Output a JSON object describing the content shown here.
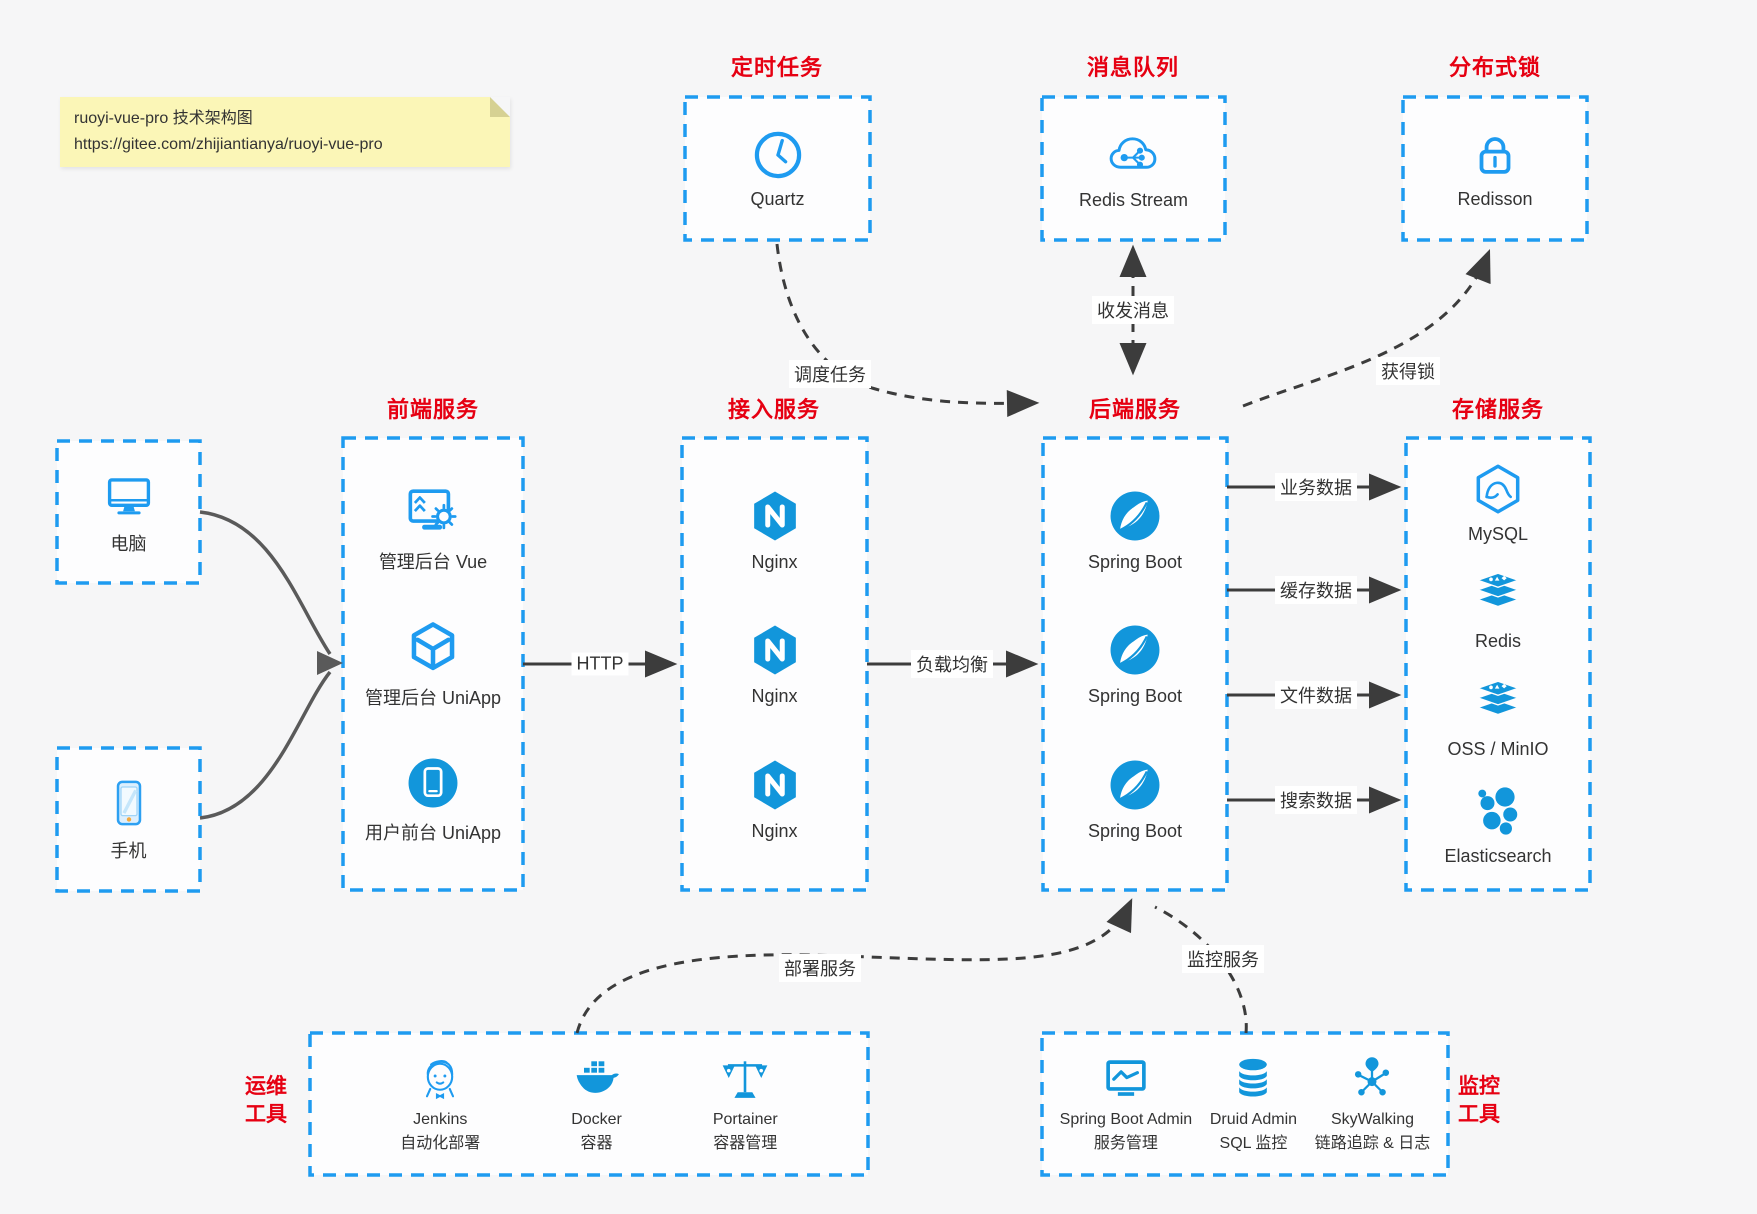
{
  "note": {
    "line1": "ruoyi-vue-pro 技术架构图",
    "line2": "https://gitee.com/zhijiantianya/ruoyi-vue-pro"
  },
  "colors": {
    "accent_blue": "#1e9bf0",
    "icon_blue": "#1296db",
    "title_red": "#e60012",
    "arrow_dark": "#3c3c3c",
    "note_bg": "#fbf6b7",
    "page_bg": "#f6f6f7"
  },
  "top_groups": {
    "scheduled": {
      "title": "定时任务",
      "item": {
        "label": "Quartz",
        "icon": "clock-icon"
      }
    },
    "message_queue": {
      "title": "消息队列",
      "item": {
        "label": "Redis Stream",
        "icon": "cloud-stream-icon"
      }
    },
    "distributed_lock": {
      "title": "分布式锁",
      "item": {
        "label": "Redisson",
        "icon": "lock-icon"
      }
    }
  },
  "clients": {
    "pc": {
      "label": "电脑",
      "icon": "desktop-icon"
    },
    "mobile": {
      "label": "手机",
      "icon": "smartphone-icon"
    }
  },
  "columns": {
    "frontend": {
      "title": "前端服务",
      "items": [
        {
          "label": "管理后台 Vue",
          "icon": "admin-screen-gear-icon"
        },
        {
          "label": "管理后台 UniApp",
          "icon": "cube-icon"
        },
        {
          "label": "用户前台 UniApp",
          "icon": "phone-circle-icon"
        }
      ]
    },
    "gateway": {
      "title": "接入服务",
      "items": [
        {
          "label": "Nginx",
          "icon": "nginx-hexagon-icon"
        },
        {
          "label": "Nginx",
          "icon": "nginx-hexagon-icon"
        },
        {
          "label": "Nginx",
          "icon": "nginx-hexagon-icon"
        }
      ]
    },
    "backend": {
      "title": "后端服务",
      "items": [
        {
          "label": "Spring Boot",
          "icon": "spring-leaf-icon"
        },
        {
          "label": "Spring Boot",
          "icon": "spring-leaf-icon"
        },
        {
          "label": "Spring Boot",
          "icon": "spring-leaf-icon"
        }
      ]
    },
    "storage": {
      "title": "存储服务",
      "items": [
        {
          "label": "MySQL",
          "icon": "mysql-dolphin-icon"
        },
        {
          "label": "Redis",
          "icon": "redis-stack-icon"
        },
        {
          "label": "OSS / MinIO",
          "icon": "storage-stack-icon"
        },
        {
          "label": "Elasticsearch",
          "icon": "elasticsearch-icon"
        }
      ]
    }
  },
  "bottom_groups": {
    "ops": {
      "title_line1": "运维",
      "title_line2": "工具",
      "items": [
        {
          "name": "Jenkins",
          "desc": "自动化部署",
          "icon": "jenkins-icon"
        },
        {
          "name": "Docker",
          "desc": "容器",
          "icon": "docker-whale-icon"
        },
        {
          "name": "Portainer",
          "desc": "容器管理",
          "icon": "scales-icon"
        }
      ]
    },
    "monitoring": {
      "title_line1": "监控",
      "title_line2": "工具",
      "items": [
        {
          "name": "Spring Boot Admin",
          "desc": "服务管理",
          "icon": "monitor-chart-icon"
        },
        {
          "name": "Druid Admin",
          "desc": "SQL 监控",
          "icon": "database-icon"
        },
        {
          "name": "SkyWalking",
          "desc": "链路追踪 & 日志",
          "icon": "topology-icon"
        }
      ]
    }
  },
  "edges": {
    "http": "HTTP",
    "load_balance": "负载均衡",
    "business_data": "业务数据",
    "cache_data": "缓存数据",
    "file_data": "文件数据",
    "search_data": "搜索数据",
    "schedule_task": "调度任务",
    "send_receive_message": "收发消息",
    "acquire_lock": "获得锁",
    "deploy_service": "部署服务",
    "monitor_service": "监控服务"
  }
}
